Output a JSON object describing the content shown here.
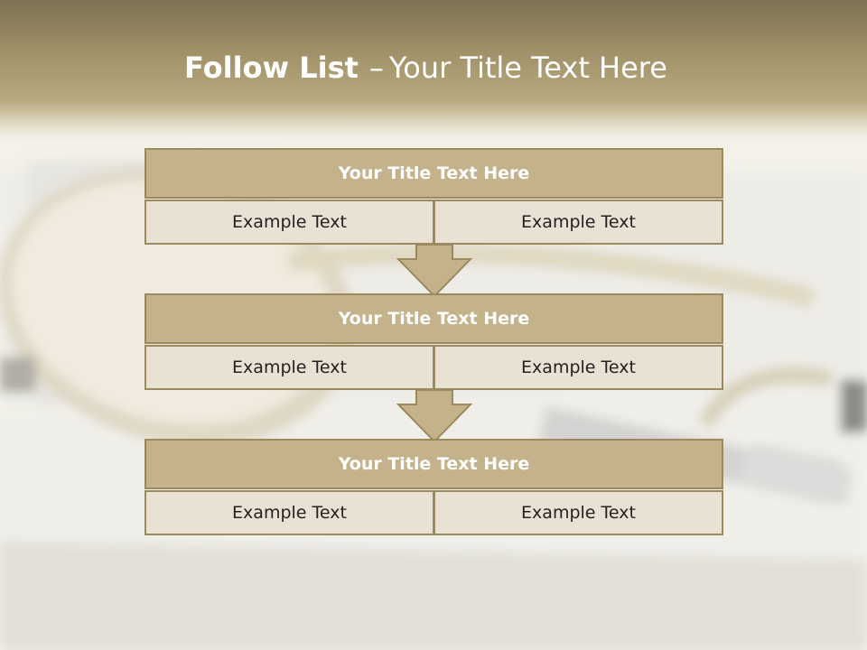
{
  "title": {
    "bold": "Follow List",
    "dash": "–",
    "rest": "Your Title Text Here"
  },
  "steps": [
    {
      "title": "Your Title Text Here",
      "cells": [
        "Example Text",
        "Example Text"
      ]
    },
    {
      "title": "Your Title Text Here",
      "cells": [
        "Example Text",
        "Example Text"
      ]
    },
    {
      "title": "Your Title Text Here",
      "cells": [
        "Example Text",
        "Example Text"
      ]
    }
  ],
  "colors": {
    "header_band": "#a3936a",
    "box_title_fill": "#c4b38a",
    "box_border": "#9c8a5f",
    "cell_fill": "#e8e1d4",
    "arrow_fill": "#c4b38a"
  }
}
